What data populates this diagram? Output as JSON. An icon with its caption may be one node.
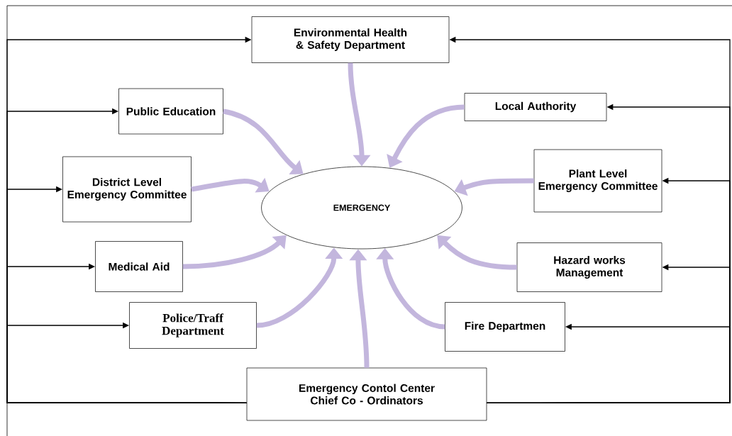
{
  "diagram": {
    "nodes": [
      {
        "text": [
          "Environmental Health & Safety Department"
        ]
      },
      {
        "text": [
          "Public Education"
        ]
      },
      {
        "text": [
          "Local Authority"
        ]
      },
      {
        "text": [
          "District Level Emergency Committee"
        ]
      },
      {
        "text": [
          "EMERGENCY"
        ]
      },
      {
        "text": [
          "Plant Level Emergency Committee"
        ]
      },
      {
        "text": [
          "Medical Aid"
        ]
      },
      {
        "text": [
          "Hazard works Management"
        ]
      },
      {
        "text": [
          "Police/Traff Department"
        ]
      },
      {
        "text": [
          "Fire Departmen"
        ]
      },
      {
        "text": [
          "Emergency Contol Center Chief Co - Ordinators"
        ]
      }
    ],
    "edges": [
      {
        "from": 10,
        "to": 0,
        "arrow": "to"
      },
      {
        "from": 10,
        "to": 0,
        "arrow": "to"
      },
      {
        "from": 10,
        "to": 1,
        "arrow": "to"
      },
      {
        "from": 10,
        "to": 2,
        "arrow": "to"
      },
      {
        "from": 10,
        "to": 3,
        "arrow": "to"
      },
      {
        "from": 10,
        "to": 5,
        "arrow": "to"
      },
      {
        "from": 10,
        "to": 6,
        "arrow": "to"
      },
      {
        "from": 10,
        "to": 7,
        "arrow": "to"
      },
      {
        "from": 10,
        "to": 8,
        "arrow": "to"
      },
      {
        "from": 10,
        "to": 9,
        "arrow": "to"
      },
      {
        "from": 0,
        "to": 4,
        "arrow": "to",
        "style": "thick",
        "color": "#c3b6dd"
      },
      {
        "from": 1,
        "to": 4,
        "arrow": "to",
        "style": "thick",
        "color": "#c3b6dd"
      },
      {
        "from": 2,
        "to": 4,
        "arrow": "to",
        "style": "thick",
        "color": "#c3b6dd"
      },
      {
        "from": 3,
        "to": 4,
        "arrow": "to",
        "style": "thick",
        "color": "#c3b6dd"
      },
      {
        "from": 5,
        "to": 4,
        "arrow": "to",
        "style": "thick",
        "color": "#c3b6dd"
      },
      {
        "from": 6,
        "to": 4,
        "arrow": "to",
        "style": "thick",
        "color": "#c3b6dd"
      },
      {
        "from": 7,
        "to": 4,
        "arrow": "to",
        "style": "thick",
        "color": "#c3b6dd"
      },
      {
        "from": 8,
        "to": 4,
        "arrow": "to",
        "style": "thick",
        "color": "#c3b6dd"
      },
      {
        "from": 9,
        "to": 4,
        "arrow": "to",
        "style": "thick",
        "color": "#c3b6dd"
      },
      {
        "from": 10,
        "to": 4,
        "arrow": "to",
        "style": "thick",
        "color": "#c3b6dd"
      }
    ]
  }
}
